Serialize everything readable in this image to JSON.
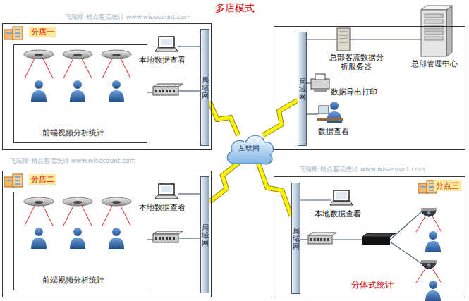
{
  "diagram": {
    "title": "多店模式",
    "nodes": [
      {
        "text": [
          "分店一",
          "本地数据查看"
        ]
      },
      {
        "text": [
          "前端视频分析统计"
        ],
        "in": 0
      },
      {
        "text": [
          "局域网"
        ],
        "in": 0
      },
      {
        "text": [
          "总部客流数据分析服务器",
          "总部管理中心",
          "数据导出打印",
          "数据查看"
        ]
      },
      {
        "text": [
          "局域网"
        ],
        "in": 3
      },
      {
        "text": [
          "互联网"
        ]
      },
      {
        "text": [
          "分店二",
          "本地数据查看"
        ]
      },
      {
        "text": [
          "前端视频分析统计"
        ],
        "in": 6
      },
      {
        "text": [
          "局域网"
        ],
        "in": 6
      },
      {
        "text": [
          "分点三",
          "本地数据查看",
          "分体式统计"
        ]
      },
      {
        "text": [
          "局域网"
        ],
        "in": 9
      }
    ],
    "edges": [
      {
        "from": 2,
        "to": 5,
        "arrow": "none"
      },
      {
        "from": 4,
        "to": 5,
        "arrow": "none"
      },
      {
        "from": 8,
        "to": 5,
        "arrow": "none"
      },
      {
        "from": 10,
        "to": 5,
        "arrow": "none"
      }
    ],
    "labels": [
      "飞瑞斯·精点客流统计 www.wisecount.com",
      "飞瑞斯·精点客流统计 www.wisecount.com",
      "飞瑞斯·精点客流统计 www.wisecount.com"
    ]
  }
}
